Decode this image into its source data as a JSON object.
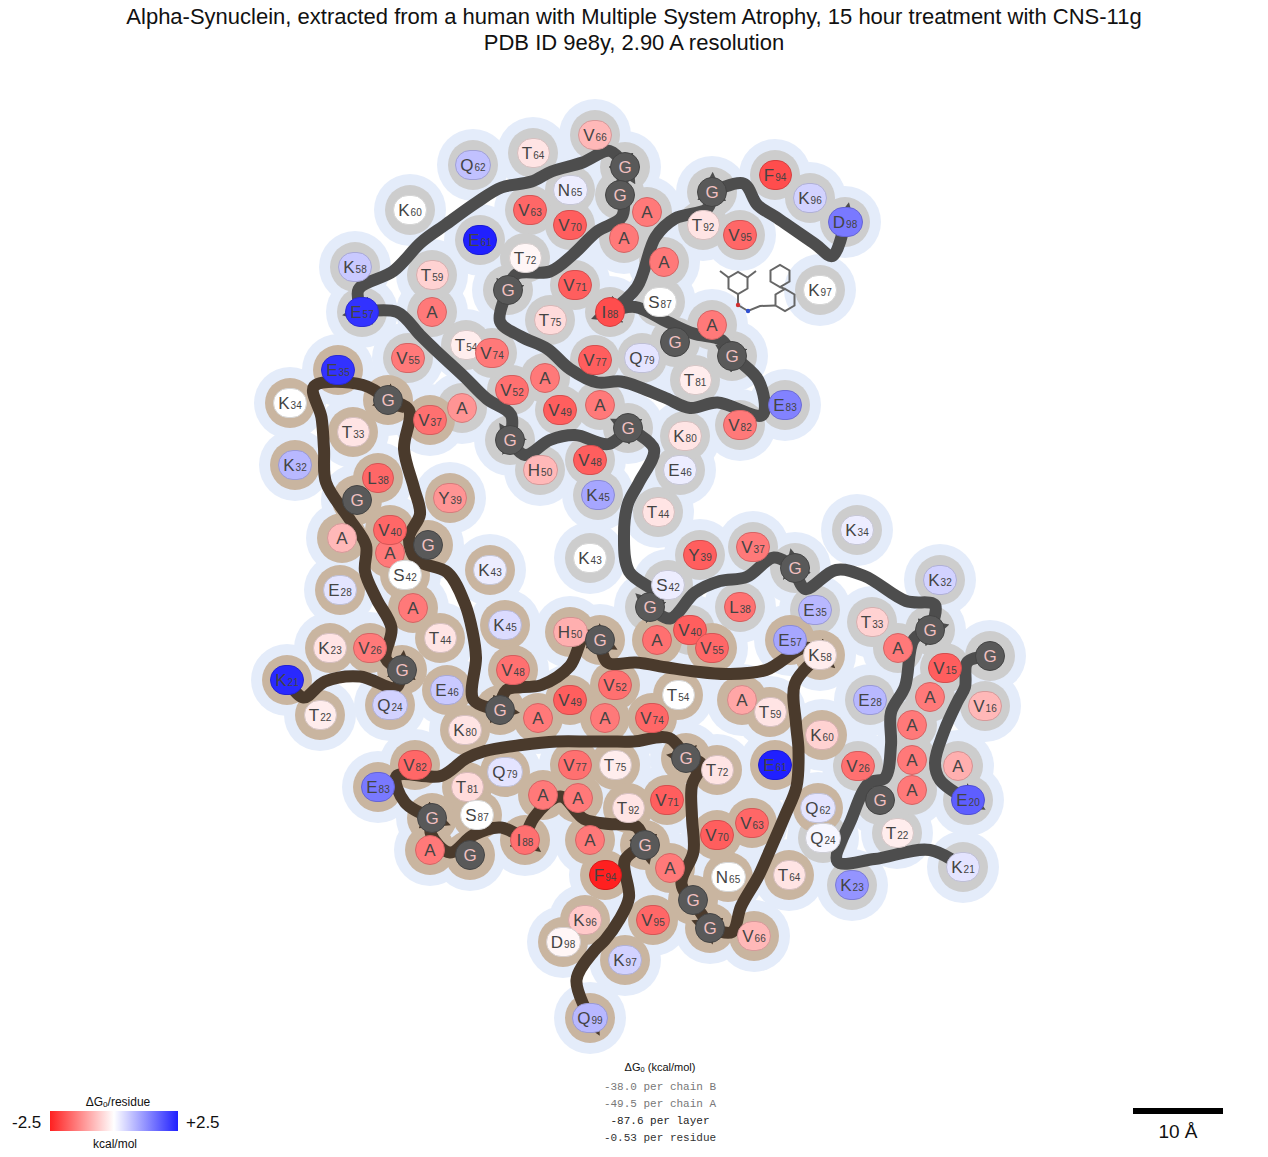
{
  "diagram": {
    "title": "Alpha-Synuclein, extracted from a human with Multiple System Atrophy, 15 hour treatment with CNS-11g",
    "nodes": [
      {
        "text": [
          "G"
        ]
      },
      {
        "text": [
          "V",
          "15"
        ]
      },
      {
        "text": [
          "V",
          "16"
        ]
      },
      {
        "text": [
          "A"
        ]
      },
      {
        "text": [
          "A"
        ]
      },
      {
        "text": [
          "A"
        ]
      },
      {
        "text": [
          "E",
          "20"
        ]
      },
      {
        "text": [
          "K",
          "21"
        ]
      },
      {
        "text": [
          "T",
          "22"
        ]
      },
      {
        "text": [
          "K",
          "23"
        ]
      },
      {
        "text": [
          "Q",
          "24"
        ]
      },
      {
        "text": [
          "G"
        ]
      },
      {
        "text": [
          "V",
          "26"
        ]
      },
      {
        "text": [
          "A"
        ]
      },
      {
        "text": [
          "E",
          "28"
        ]
      },
      {
        "text": [
          "A"
        ]
      },
      {
        "text": [
          "A"
        ]
      },
      {
        "text": [
          "G"
        ]
      },
      {
        "text": [
          "K",
          "32"
        ]
      },
      {
        "text": [
          "T",
          "33"
        ]
      },
      {
        "text": [
          "K",
          "34"
        ]
      },
      {
        "text": [
          "E",
          "35"
        ]
      },
      {
        "text": [
          "G"
        ]
      },
      {
        "text": [
          "V",
          "37"
        ]
      },
      {
        "text": [
          "L",
          "38"
        ]
      },
      {
        "text": [
          "Y",
          "39"
        ]
      },
      {
        "text": [
          "V",
          "40"
        ]
      },
      {
        "text": [
          "G"
        ]
      },
      {
        "text": [
          "S",
          "42"
        ]
      },
      {
        "text": [
          "K",
          "43"
        ]
      },
      {
        "text": [
          "T",
          "44"
        ]
      },
      {
        "text": [
          "K",
          "45"
        ]
      },
      {
        "text": [
          "E",
          "46"
        ]
      },
      {
        "text": [
          "G"
        ]
      },
      {
        "text": [
          "V",
          "48"
        ]
      },
      {
        "text": [
          "V",
          "49"
        ]
      },
      {
        "text": [
          "H",
          "50"
        ]
      },
      {
        "text": [
          "G"
        ]
      },
      {
        "text": [
          "V",
          "52"
        ]
      },
      {
        "text": [
          "A"
        ]
      },
      {
        "text": [
          "T",
          "54"
        ]
      },
      {
        "text": [
          "V",
          "55"
        ]
      },
      {
        "text": [
          "A"
        ]
      },
      {
        "text": [
          "E",
          "57"
        ]
      },
      {
        "text": [
          "K",
          "58"
        ]
      },
      {
        "text": [
          "T",
          "59"
        ]
      },
      {
        "text": [
          "K",
          "60"
        ]
      },
      {
        "text": [
          "E",
          "61"
        ]
      },
      {
        "text": [
          "Q",
          "62"
        ]
      },
      {
        "text": [
          "V",
          "63"
        ]
      },
      {
        "text": [
          "T",
          "64"
        ]
      },
      {
        "text": [
          "N",
          "65"
        ]
      },
      {
        "text": [
          "V",
          "66"
        ]
      },
      {
        "text": [
          "G"
        ]
      },
      {
        "text": [
          "G"
        ]
      },
      {
        "text": [
          "A"
        ]
      },
      {
        "text": [
          "V",
          "70"
        ]
      },
      {
        "text": [
          "V",
          "71"
        ]
      },
      {
        "text": [
          "T",
          "72"
        ]
      },
      {
        "text": [
          "G"
        ]
      },
      {
        "text": [
          "V",
          "74"
        ]
      },
      {
        "text": [
          "T",
          "75"
        ]
      },
      {
        "text": [
          "A"
        ]
      },
      {
        "text": [
          "V",
          "77"
        ]
      },
      {
        "text": [
          "A"
        ]
      },
      {
        "text": [
          "Q",
          "79"
        ]
      },
      {
        "text": [
          "K",
          "80"
        ]
      },
      {
        "text": [
          "T",
          "81"
        ]
      },
      {
        "text": [
          "V",
          "82"
        ]
      },
      {
        "text": [
          "E",
          "83"
        ]
      },
      {
        "text": [
          "G"
        ]
      },
      {
        "text": [
          "A"
        ]
      },
      {
        "text": [
          "G"
        ]
      },
      {
        "text": [
          "S",
          "87"
        ]
      },
      {
        "text": [
          "I",
          "88"
        ]
      },
      {
        "text": [
          "A"
        ]
      },
      {
        "text": [
          "A"
        ]
      },
      {
        "text": [
          "T",
          "92"
        ]
      },
      {
        "text": [
          "G"
        ]
      },
      {
        "text": [
          "F",
          "94"
        ]
      },
      {
        "text": [
          "V",
          "95"
        ]
      },
      {
        "text": [
          "K",
          "96"
        ]
      },
      {
        "text": [
          "K",
          "97"
        ]
      },
      {
        "text": [
          "D",
          "98"
        ]
      },
      {
        "text": [
          "K",
          "21"
        ]
      },
      {
        "text": [
          "T",
          "22"
        ]
      },
      {
        "text": [
          "K",
          "23"
        ]
      },
      {
        "text": [
          "Q",
          "24"
        ]
      },
      {
        "text": [
          "G"
        ]
      },
      {
        "text": [
          "V",
          "26"
        ]
      },
      {
        "text": [
          "A"
        ]
      },
      {
        "text": [
          "E",
          "28"
        ]
      },
      {
        "text": [
          "A"
        ]
      },
      {
        "text": [
          "A"
        ]
      },
      {
        "text": [
          "G"
        ]
      },
      {
        "text": [
          "K",
          "32"
        ]
      },
      {
        "text": [
          "T",
          "33"
        ]
      },
      {
        "text": [
          "K",
          "34"
        ]
      },
      {
        "text": [
          "E",
          "35"
        ]
      },
      {
        "text": [
          "G"
        ]
      },
      {
        "text": [
          "V",
          "37"
        ]
      },
      {
        "text": [
          "L",
          "38"
        ]
      },
      {
        "text": [
          "Y",
          "39"
        ]
      },
      {
        "text": [
          "V",
          "40"
        ]
      },
      {
        "text": [
          "G"
        ]
      },
      {
        "text": [
          "S",
          "42"
        ]
      },
      {
        "text": [
          "K",
          "43"
        ]
      },
      {
        "text": [
          "T",
          "44"
        ]
      },
      {
        "text": [
          "K",
          "45"
        ]
      },
      {
        "text": [
          "E",
          "46"
        ]
      },
      {
        "text": [
          "G"
        ]
      },
      {
        "text": [
          "V",
          "48"
        ]
      },
      {
        "text": [
          "V",
          "49"
        ]
      },
      {
        "text": [
          "H",
          "50"
        ]
      },
      {
        "text": [
          "G"
        ]
      },
      {
        "text": [
          "V",
          "52"
        ]
      },
      {
        "text": [
          "A"
        ]
      },
      {
        "text": [
          "T",
          "54"
        ]
      },
      {
        "text": [
          "V",
          "55"
        ]
      },
      {
        "text": [
          "A"
        ]
      },
      {
        "text": [
          "E",
          "57"
        ]
      },
      {
        "text": [
          "K",
          "58"
        ]
      },
      {
        "text": [
          "T",
          "59"
        ]
      },
      {
        "text": [
          "K",
          "60"
        ]
      },
      {
        "text": [
          "E",
          "61"
        ]
      },
      {
        "text": [
          "Q",
          "62"
        ]
      },
      {
        "text": [
          "V",
          "63"
        ]
      },
      {
        "text": [
          "T",
          "64"
        ]
      },
      {
        "text": [
          "N",
          "65"
        ]
      },
      {
        "text": [
          "V",
          "66"
        ]
      },
      {
        "text": [
          "G"
        ]
      },
      {
        "text": [
          "G"
        ]
      },
      {
        "text": [
          "A"
        ]
      },
      {
        "text": [
          "V",
          "70"
        ]
      },
      {
        "text": [
          "V",
          "71"
        ]
      },
      {
        "text": [
          "T",
          "72"
        ]
      },
      {
        "text": [
          "G"
        ]
      },
      {
        "text": [
          "V",
          "74"
        ]
      },
      {
        "text": [
          "T",
          "75"
        ]
      },
      {
        "text": [
          "A"
        ]
      },
      {
        "text": [
          "V",
          "77"
        ]
      },
      {
        "text": [
          "A"
        ]
      },
      {
        "text": [
          "Q",
          "79"
        ]
      },
      {
        "text": [
          "K",
          "80"
        ]
      },
      {
        "text": [
          "T",
          "81"
        ]
      },
      {
        "text": [
          "V",
          "82"
        ]
      },
      {
        "text": [
          "E",
          "83"
        ]
      },
      {
        "text": [
          "G"
        ]
      },
      {
        "text": [
          "A"
        ]
      },
      {
        "text": [
          "G"
        ]
      },
      {
        "text": [
          "S",
          "87"
        ]
      },
      {
        "text": [
          "I",
          "88"
        ]
      },
      {
        "text": [
          "A"
        ]
      },
      {
        "text": [
          "A"
        ]
      },
      {
        "text": [
          "A"
        ]
      },
      {
        "text": [
          "T",
          "92"
        ]
      },
      {
        "text": [
          "G"
        ]
      },
      {
        "text": [
          "F",
          "94"
        ]
      },
      {
        "text": [
          "V",
          "95"
        ]
      },
      {
        "text": [
          "K",
          "96"
        ]
      },
      {
        "text": [
          "K",
          "97"
        ]
      },
      {
        "text": [
          "D",
          "98"
        ]
      },
      {
        "text": [
          "Q",
          "99"
        ]
      }
    ],
    "labels": [
      "PDB ID 9e8y, 2.90 A resolution",
      "ΔGₒ/residue",
      "-2.5",
      "+2.5",
      "kcal/mol",
      "ΔGₒ (kcal/mol)",
      "-38.0 per chain B",
      "-49.5 per chain A",
      "-87.6 per layer",
      "-0.53 per residue",
      "10 Å"
    ]
  }
}
